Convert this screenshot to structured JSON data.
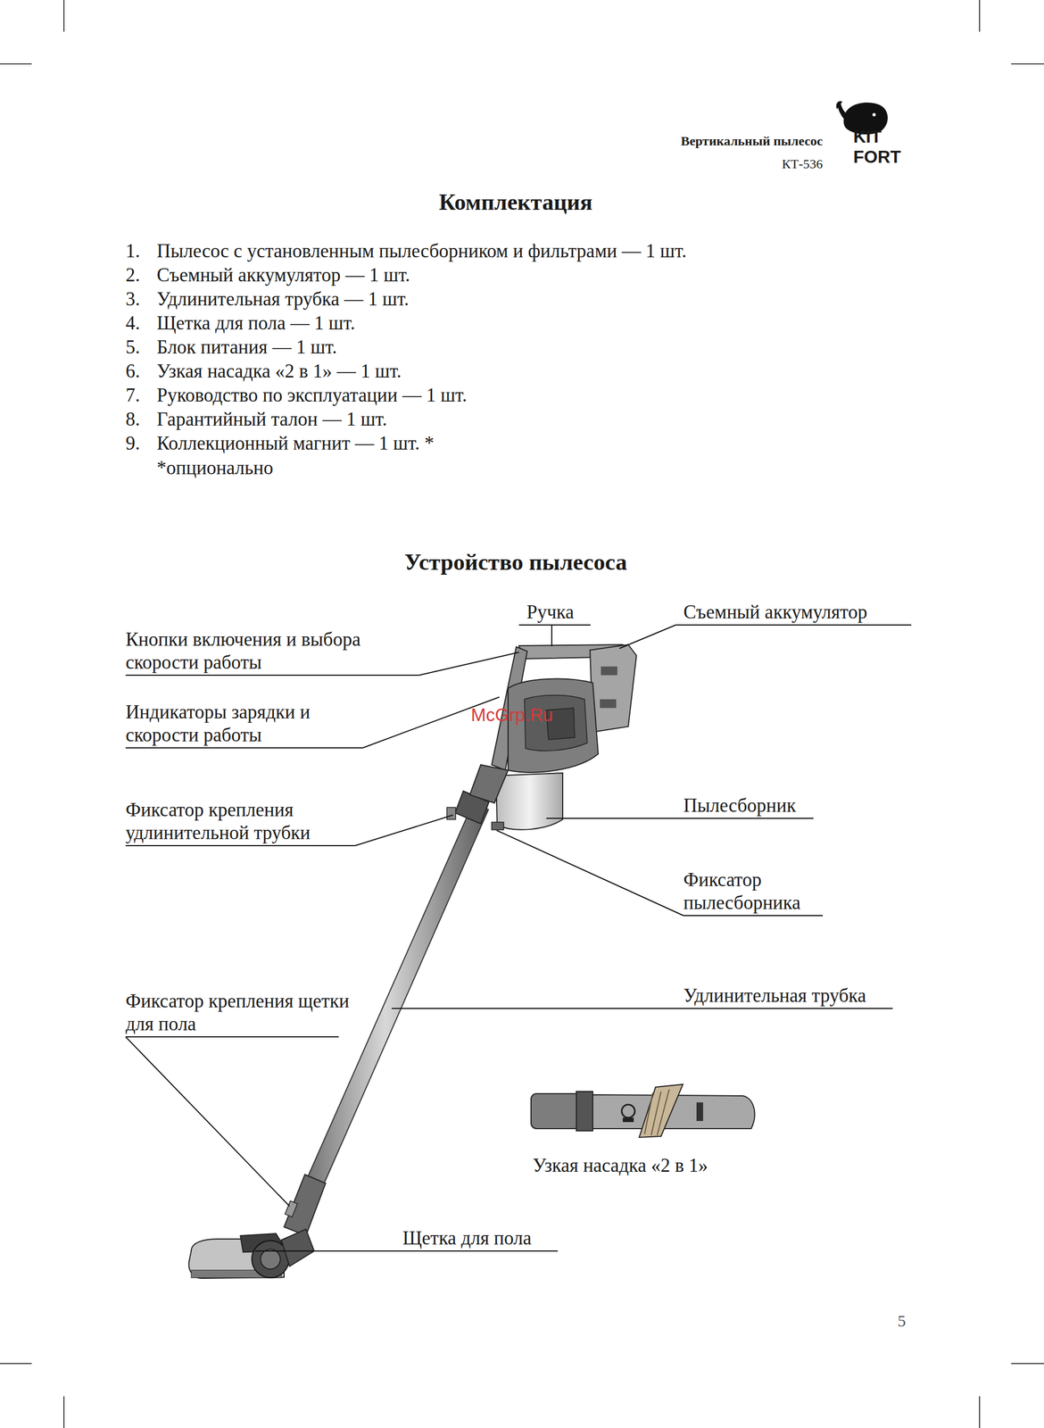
{
  "diagram": {
    "title": "Устройство пылесоса",
    "labels": [
      "Вертикальный пылесос",
      "КТ-536",
      "KIT",
      "FORT",
      "Комплектация",
      "1.",
      "Пылесос с установленным пылесборником и фильтрами — 1 шт.",
      "2.",
      "Съемный аккумулятор — 1 шт.",
      "3.",
      "Удлинительная трубка — 1 шт.",
      "4.",
      "Щетка для пола — 1 шт.",
      "5.",
      "Блок питания — 1 шт.",
      "6.",
      "Узкая насадка «2 в 1» — 1 шт.",
      "7.",
      "Руководство по эксплуатации — 1 шт.",
      "8.",
      "Гарантийный талон — 1 шт.",
      "9.",
      "Коллекционный магнит — 1 шт. *",
      "*опционально",
      "Ручка",
      "Съемный аккумулятор",
      "Кнопки включения и выбора скорости работы",
      "Индикаторы зарядки и скорости работы",
      "Фиксатор крепления удлинительной трубки",
      "Пылесборник",
      "Фиксатор пылесборника",
      "Удлинительная трубка",
      "Фиксатор крепления щетки для пола",
      "Узкая насадка «2 в 1»",
      "Щетка для пола",
      "McGrp.Ru",
      "5"
    ]
  }
}
